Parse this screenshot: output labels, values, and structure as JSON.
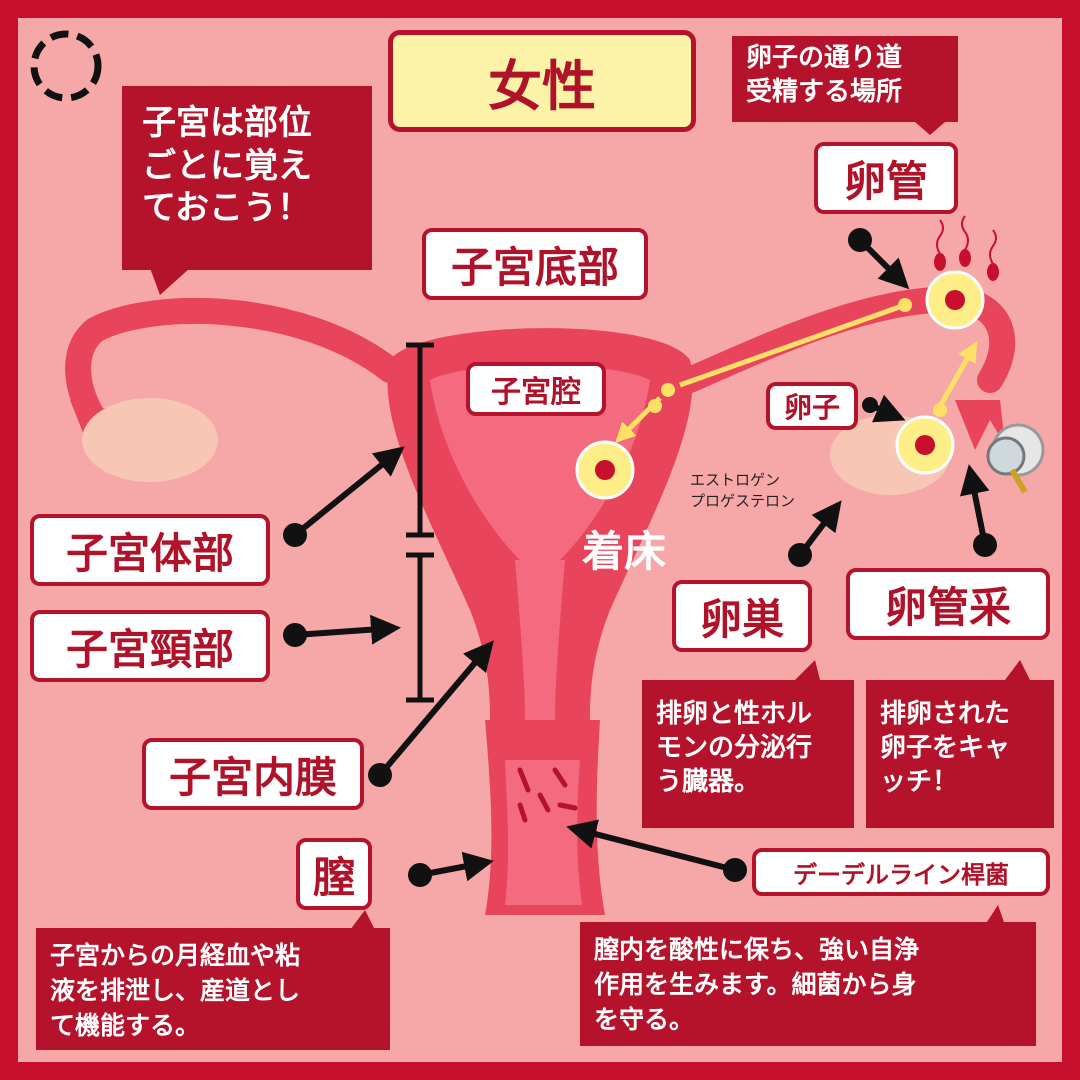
{
  "title": "女性",
  "intro_note": "子宮は部位\nごとに覚え\nておこう！",
  "oviduct_note": "卵子の通り道\n受精する場所",
  "labels": {
    "fundus": "子宮底部",
    "cavity": "子宮腔",
    "body": "子宮体部",
    "cervix": "子宮頸部",
    "endometrium": "子宮内膜",
    "vagina": "膣",
    "oviduct": "卵管",
    "ovum": "卵子",
    "ovary": "卵巣",
    "fimbria": "卵管采",
    "doderlein": "デーデルライン桿菌"
  },
  "hormones": "エストロゲン\nプロゲステロン",
  "implantation": "着床",
  "notes": {
    "ovary": "排卵と性ホル\nモンの分泌行\nう臓器。",
    "fimbria": "排卵された\n卵子をキャ\nッチ！",
    "vagina": "子宮からの月経血や粘\n液を排泄し、産道とし\nて機能する。",
    "doderlein": "膣内を酸性に保ち、強い自浄\n作用を生みます。細菌から身\nを守る。"
  },
  "colors": {
    "frame": "#c8102e",
    "background": "#f6a8a8",
    "label_text": "#b0122a",
    "title_fill": "#fdf3a8"
  }
}
